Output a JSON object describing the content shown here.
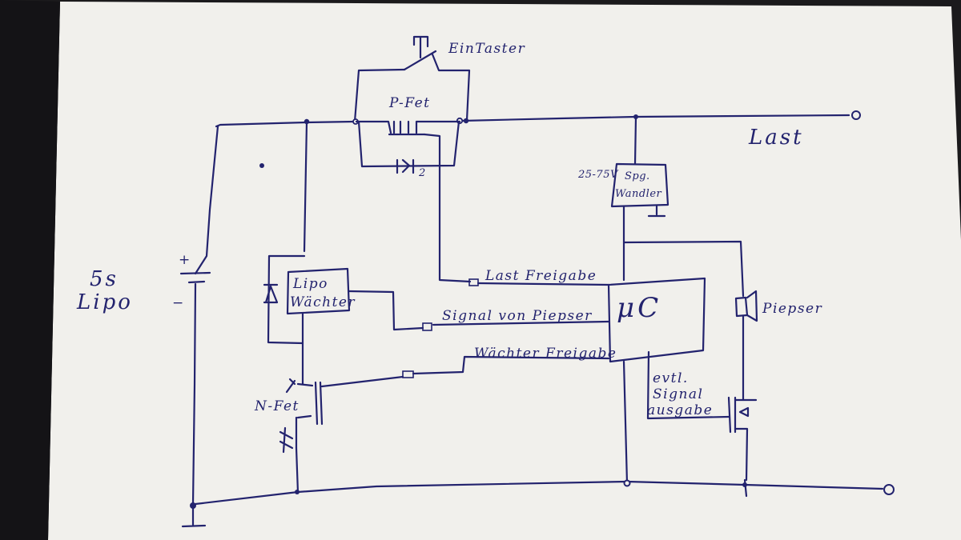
{
  "labels": {
    "battery": [
      "5s",
      "Lipo"
    ],
    "ein_taster": "EinTaster",
    "p_fet": "P-Fet",
    "diode_index": "2",
    "last": "Last",
    "regulator_voltage": "25-75V",
    "regulator": [
      "Spg.",
      "Wandler"
    ],
    "lipo_waechter": [
      "Lipo",
      "Wächter"
    ],
    "mu_c": "μC",
    "piepser": "Piepser",
    "last_freigabe": "Last Freigabe",
    "signal_von_piepser": "Signal von Piepser",
    "waechter_freigabe": "Wächter Freigabe",
    "n_fet": "N-Fet",
    "evtl_signal": [
      "evtl.",
      "Signal",
      "ausgabe"
    ],
    "plus": "+",
    "minus": "−"
  },
  "colors": {
    "ink": "#23236e",
    "paper": "#f1f0ec",
    "background": "#1b1a1c"
  }
}
